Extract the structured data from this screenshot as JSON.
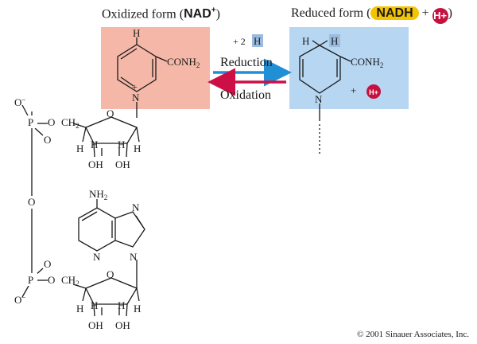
{
  "titles": {
    "oxidized_prefix": "Oxidized form (",
    "oxidized_name": "NAD",
    "oxidized_charge": "+",
    "oxidized_suffix": ")",
    "reduced_prefix": "Reduced form (",
    "reduced_name": "NADH",
    "reduced_plus": " + ",
    "reduced_hplus": "H+",
    "reduced_suffix": ")"
  },
  "reaction": {
    "added_prefix": "+ 2",
    "added_h": "H",
    "reduction_label": "Reduction",
    "oxidation_label": "Oxidation",
    "plus": "+",
    "hplus": "H+"
  },
  "atoms": {
    "H": "H",
    "N": "N",
    "O": "O",
    "P": "P",
    "plus": "+",
    "conh2_main": "CONH",
    "sub2": "2",
    "ch2": "CH",
    "oh": "OH",
    "nh": "NH",
    "ominus": "O",
    "minus": "–"
  },
  "copyright": "© 2001 Sinauer Associates, Inc.",
  "colors": {
    "nad_box": "#f5b8a8",
    "nadh_box": "#b7d6f2",
    "reduction_arrow": "#1f8fd6",
    "oxidation_arrow": "#cc1046",
    "nadh_highlight": "#f5c400",
    "hplus": "#c8103e",
    "h_box": "#9bbcde"
  }
}
